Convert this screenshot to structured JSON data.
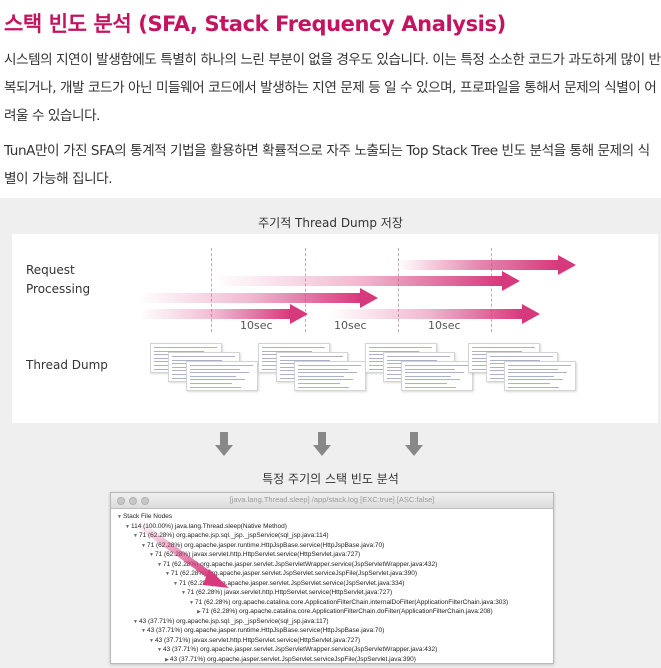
{
  "heading": "스택 빈도 분석 (SFA, Stack Frequency Analysis)",
  "paragraphs": [
    "시스템의 지연이 발생함에도 특별히 하나의 느린 부분이 없을 경우도 있습니다. 이는 특정 소소한 코드가 과도하게 많이 반복되거나, 개발 코드가 아닌 미들웨어 코드에서 발생하는 지연 문제 등 일 수 있으며, 프로파일을 통해서 문제의 식별이 어려울 수 있습니다.",
    "TunA만이 가진 SFA의 통계적 기법을 활용하면 확률적으로 자주 노출되는 Top Stack Tree 빈도 분석을 통해 문제의 식별이 가능해 집니다."
  ],
  "figure": {
    "caption_top": "주기적 Thread Dump 저장",
    "label_request": "Request\nProcessing",
    "label_dump": "Thread Dump",
    "interval_labels": [
      "10sec",
      "10sec",
      "10sec"
    ],
    "caption_bottom": "특정 주기의 스택 빈도 분석",
    "accent_color": "#d63a7c",
    "window": {
      "title": "[java.lang.Thread.sleep] /app/stack.log [EXC:true] [ASC:false]",
      "root": "Stack File Nodes",
      "lines": [
        "114 (100.00%)  java.lang.Thread.sleep(Native Method)",
        "71 (62.28%)  org.apache.jsp.sql._jsp._jspService(sql_jsp.java:114)",
        "71 (62.28%)  org.apache.jasper.runtime.HttpJspBase.service(HttpJspBase.java:70)",
        "71 (62.28%)  javax.servlet.http.HttpServlet.service(HttpServlet.java:727)",
        "71 (62.28%)  org.apache.jasper.servlet.JspServletWrapper.service(JspServletWrapper.java:432)",
        "71 (62.28%)  org.apache.jasper.servlet.JspServlet.serviceJspFile(JspServlet.java:390)",
        "71 (62.28%)  org.apache.jasper.servlet.JspServlet.service(JspServlet.java:334)",
        "71 (62.28%)  javax.servlet.http.HttpServlet.service(HttpServlet.java:727)",
        "71 (62.28%)  org.apache.catalina.core.ApplicationFilterChain.internalDoFilter(ApplicationFilterChain.java:303)",
        "71 (62.28%)  org.apache.catalina.core.ApplicationFilterChain.doFilter(ApplicationFilterChain.java:208)",
        "43 (37.71%)  org.apache.jsp.sql._jsp._jspService(sql_jsp.java:117)",
        "43 (37.71%)  org.apache.jasper.runtime.HttpJspBase.service(HttpJspBase.java:70)",
        "43 (37.71%)  javax.servlet.http.HttpServlet.service(HttpServlet.java:727)",
        "43 (37.71%)  org.apache.jasper.servlet.JspServletWrapper.service(JspServletWrapper.java:432)",
        "43 (37.71%)  org.apache.jasper.servlet.JspServlet.serviceJspFile(JspServlet.java:390)"
      ]
    }
  }
}
